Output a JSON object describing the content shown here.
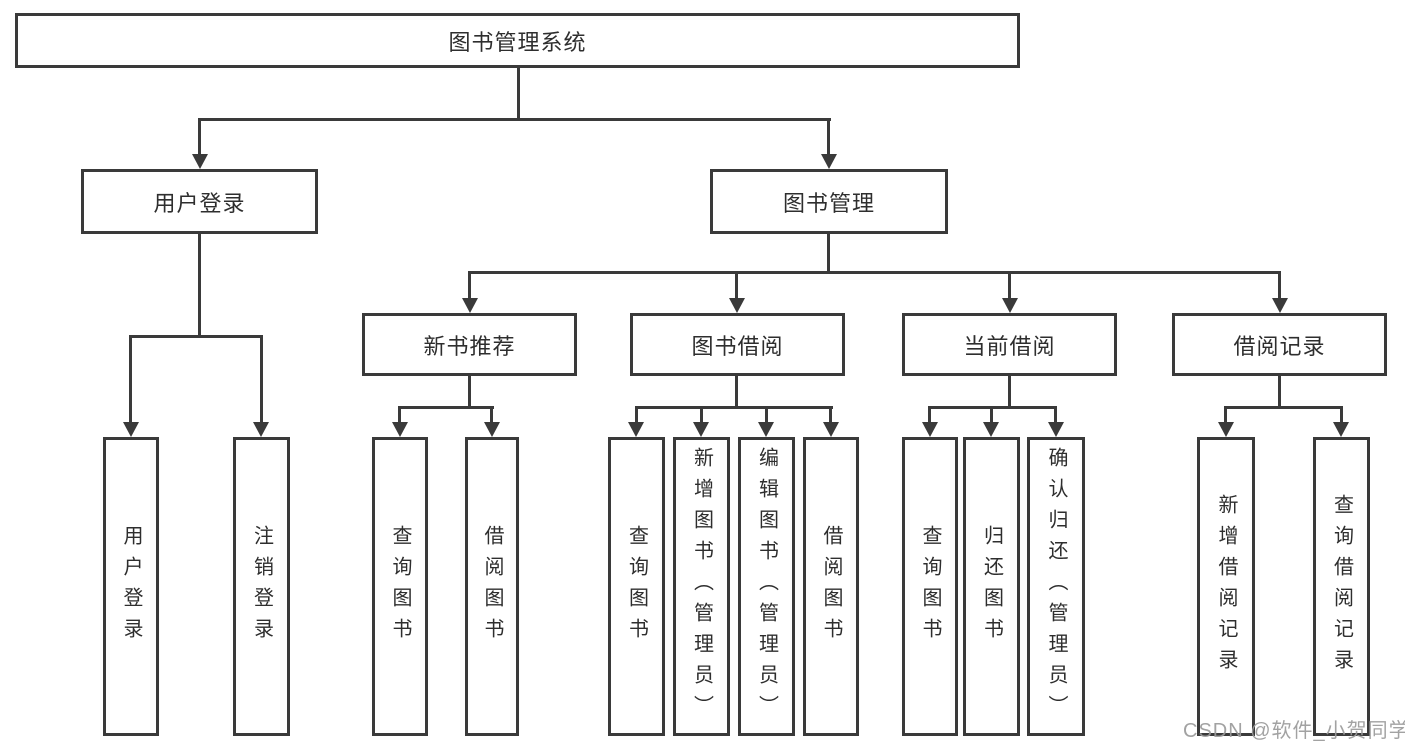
{
  "diagram": {
    "root": "图书管理系统",
    "branches": [
      {
        "label": "用户登录",
        "children": [
          {
            "label": "用户登录"
          },
          {
            "label": "注销登录"
          }
        ]
      },
      {
        "label": "图书管理",
        "children": [
          {
            "label": "新书推荐",
            "children": [
              {
                "label": "查询图书"
              },
              {
                "label": "借阅图书"
              }
            ]
          },
          {
            "label": "图书借阅",
            "children": [
              {
                "label": "查询图书"
              },
              {
                "label": "新增图书（管理员）"
              },
              {
                "label": "编辑图书（管理员）"
              },
              {
                "label": "借阅图书"
              }
            ]
          },
          {
            "label": "当前借阅",
            "children": [
              {
                "label": "查询图书"
              },
              {
                "label": "归还图书"
              },
              {
                "label": "确认归还（管理员）"
              }
            ]
          },
          {
            "label": "借阅记录",
            "children": [
              {
                "label": "新增借阅记录"
              },
              {
                "label": "查询借阅记录"
              }
            ]
          }
        ]
      }
    ]
  },
  "watermark": {
    "text": "CSDN @软件_小贺同学"
  },
  "colors": {
    "line": "#3a3a3a",
    "box_border": "#3a3a3a",
    "text": "#2e2e2e",
    "watermark": "#9b9b9b",
    "background": "#ffffff"
  }
}
